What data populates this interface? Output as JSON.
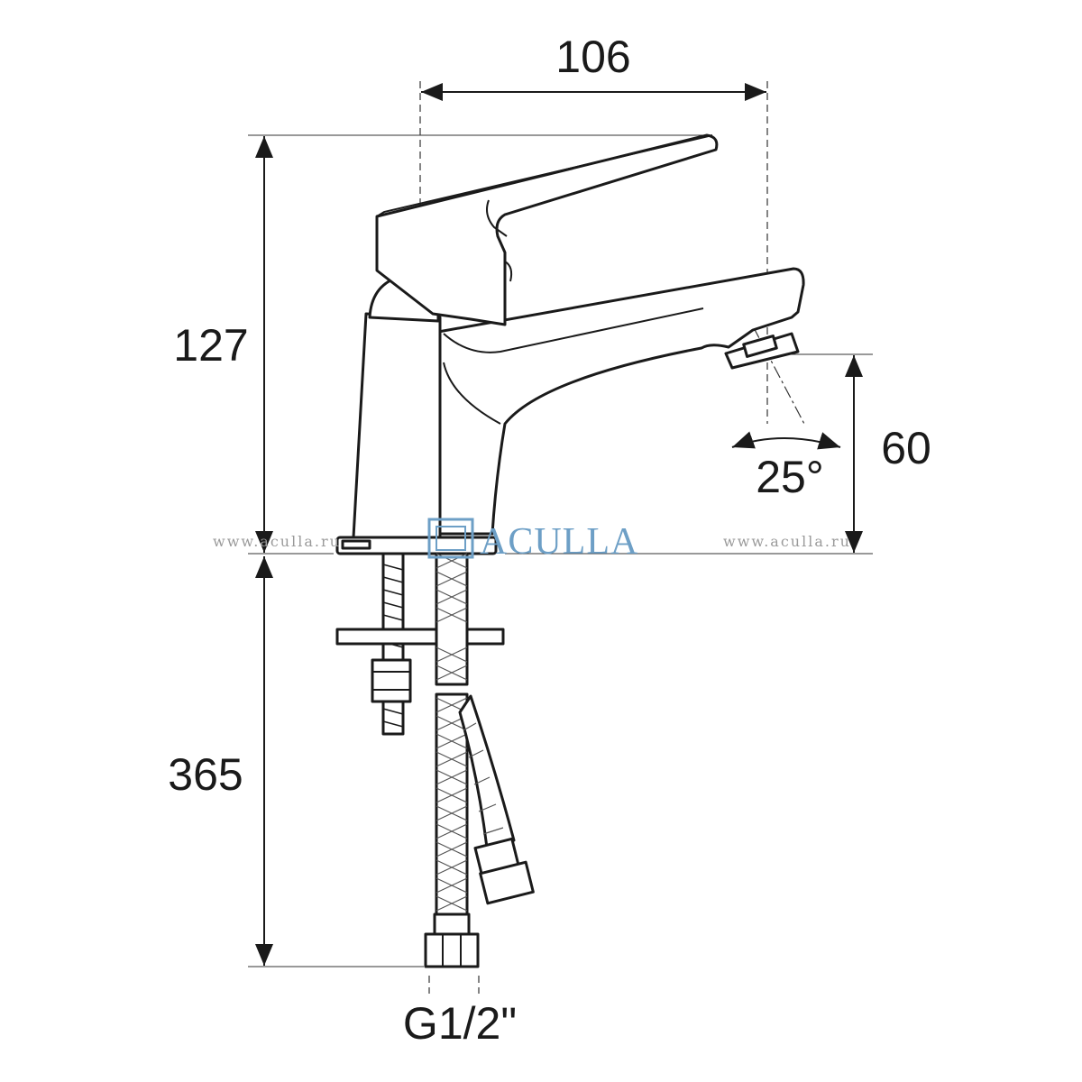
{
  "dimensions": {
    "width_top": "106",
    "height_body": "127",
    "spout_height": "60",
    "hose_length": "365",
    "swivel_angle": "25°",
    "connection_thread": "G1/2\""
  },
  "watermark": {
    "site_left": "www.aculla.ru",
    "site_right": "www.aculla.ru",
    "brand": "ACULLA"
  },
  "colors": {
    "lines": "#1a1a1a",
    "brand": "#6d9fc6",
    "watermark": "#9a9a9a"
  }
}
